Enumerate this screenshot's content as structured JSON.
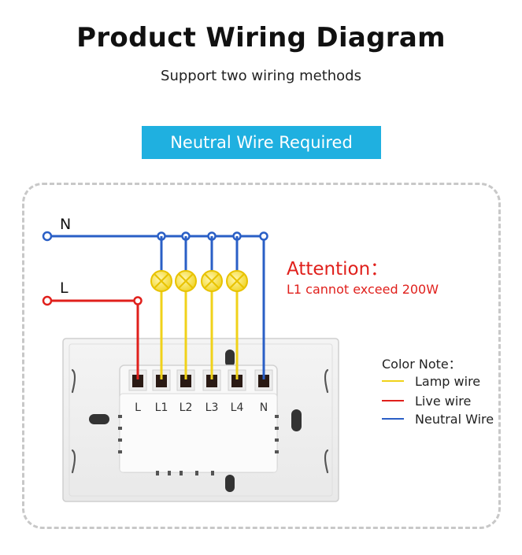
{
  "header": {
    "title": "Product Wiring Diagram",
    "subtitle": "Support two wiring methods"
  },
  "banner": {
    "label": "Neutral Wire Required",
    "color": "#1fb0e0"
  },
  "wires": {
    "neutral_label": "N",
    "live_label": "L"
  },
  "terminals": [
    "L",
    "L1",
    "L2",
    "L3",
    "L4",
    "N"
  ],
  "attention": {
    "title": "Attention：",
    "text": "L1 cannot exceed 200W"
  },
  "color_note": {
    "title": "Color Note：",
    "items": [
      {
        "label": "Lamp wire",
        "color": "#f0d21a"
      },
      {
        "label": "Live wire",
        "color": "#e0201c"
      },
      {
        "label": "Neutral Wire",
        "color": "#2a5fc6"
      }
    ]
  }
}
